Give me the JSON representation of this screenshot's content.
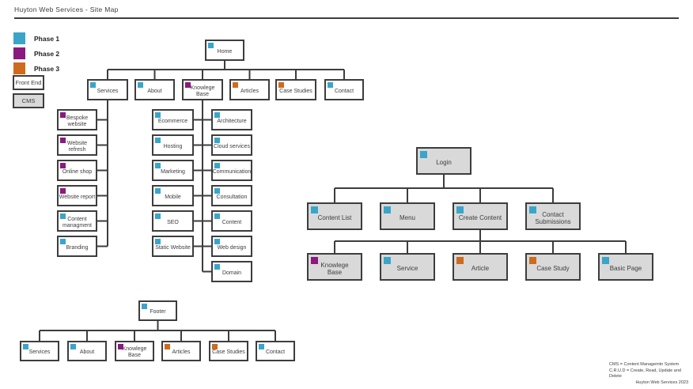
{
  "title": "Huyton Web Services - Site Map",
  "colors": {
    "phase1": "#3aa5c9",
    "phase2": "#8a1a7e",
    "phase3": "#cd6b1f",
    "outline": "#3d3d3d",
    "cms_fill": "#d9d9d9",
    "background": "#ffffff"
  },
  "legend": {
    "items": [
      {
        "label": "Phase 1",
        "color": "phase1"
      },
      {
        "label": "Phase 2",
        "color": "phase2"
      },
      {
        "label": "Phase 3",
        "color": "phase3"
      }
    ],
    "front_end_label": "Front End",
    "cms_label": "CMS"
  },
  "nodes": [
    {
      "id": "home",
      "label": "Home",
      "phase": "phase1"
    },
    {
      "id": "services",
      "label": "Services",
      "phase": "phase1"
    },
    {
      "id": "about",
      "label": "About",
      "phase": "phase1"
    },
    {
      "id": "knowlege-base",
      "label": "Knowlege Base",
      "phase": "phase2"
    },
    {
      "id": "articles",
      "label": "Articles",
      "phase": "phase3"
    },
    {
      "id": "case-studies",
      "label": "Case Studies",
      "phase": "phase3"
    },
    {
      "id": "contact",
      "label": "Contact",
      "phase": "phase1"
    },
    {
      "id": "bespoke-website",
      "label": "Bespoke website",
      "phase": "phase2"
    },
    {
      "id": "website-refresh",
      "label": "Website refresh",
      "phase": "phase2"
    },
    {
      "id": "online-shop",
      "label": "Online shop",
      "phase": "phase2"
    },
    {
      "id": "website-report",
      "label": "Website report",
      "phase": "phase2"
    },
    {
      "id": "content-managment",
      "label": "Content managment",
      "phase": "phase1"
    },
    {
      "id": "branding",
      "label": "Branding",
      "phase": "phase1"
    },
    {
      "id": "ecommerce",
      "label": "Ecommerce",
      "phase": "phase1"
    },
    {
      "id": "hosting",
      "label": "Hosting",
      "phase": "phase1"
    },
    {
      "id": "marketing",
      "label": "Marketing",
      "phase": "phase1"
    },
    {
      "id": "mobile",
      "label": "Mobile",
      "phase": "phase1"
    },
    {
      "id": "seo",
      "label": "SEO",
      "phase": "phase1"
    },
    {
      "id": "static-website",
      "label": "Static Website",
      "phase": "phase1"
    },
    {
      "id": "architecture",
      "label": "Architecture",
      "phase": "phase1"
    },
    {
      "id": "cloud-services",
      "label": "Cloud services",
      "phase": "phase1"
    },
    {
      "id": "communication",
      "label": "Communication",
      "phase": "phase1"
    },
    {
      "id": "consultation",
      "label": "Consultation",
      "phase": "phase1"
    },
    {
      "id": "content",
      "label": "Content",
      "phase": "phase1"
    },
    {
      "id": "web-design",
      "label": "Web design",
      "phase": "phase1"
    },
    {
      "id": "domain",
      "label": "Domain",
      "phase": "phase1"
    },
    {
      "id": "login",
      "label": "Login",
      "phase": "phase1"
    },
    {
      "id": "content-list",
      "label": "Content List",
      "phase": "phase1"
    },
    {
      "id": "menu",
      "label": "Menu",
      "phase": "phase1"
    },
    {
      "id": "create-content",
      "label": "Create Content",
      "phase": "phase1"
    },
    {
      "id": "contact-submissions",
      "label": "Contact Submissions",
      "phase": "phase1"
    },
    {
      "id": "kb-cms",
      "label": "Knowlege Base",
      "phase": "phase2"
    },
    {
      "id": "service",
      "label": "Service",
      "phase": "phase1"
    },
    {
      "id": "article",
      "label": "Article",
      "phase": "phase3"
    },
    {
      "id": "case-study",
      "label": "Case Study",
      "phase": "phase3"
    },
    {
      "id": "basic-page",
      "label": "Basic Page",
      "phase": "phase1"
    },
    {
      "id": "footer",
      "label": "Footer",
      "phase": "phase1"
    },
    {
      "id": "f-services",
      "label": "Services",
      "phase": "phase1"
    },
    {
      "id": "f-about",
      "label": "About",
      "phase": "phase1"
    },
    {
      "id": "f-kb",
      "label": "Knowlege Base",
      "phase": "phase2"
    },
    {
      "id": "f-articles",
      "label": "Articles",
      "phase": "phase3"
    },
    {
      "id": "f-case-studies",
      "label": "Case Studies",
      "phase": "phase3"
    },
    {
      "id": "f-contact",
      "label": "Contact",
      "phase": "phase1"
    }
  ],
  "notes": {
    "cms_definition": "CMS = Content Managemtn System",
    "crud_definition": "C.R.U.D = Create, Read, Update and Delete",
    "copyright": "Huyton Web Services 2023"
  }
}
